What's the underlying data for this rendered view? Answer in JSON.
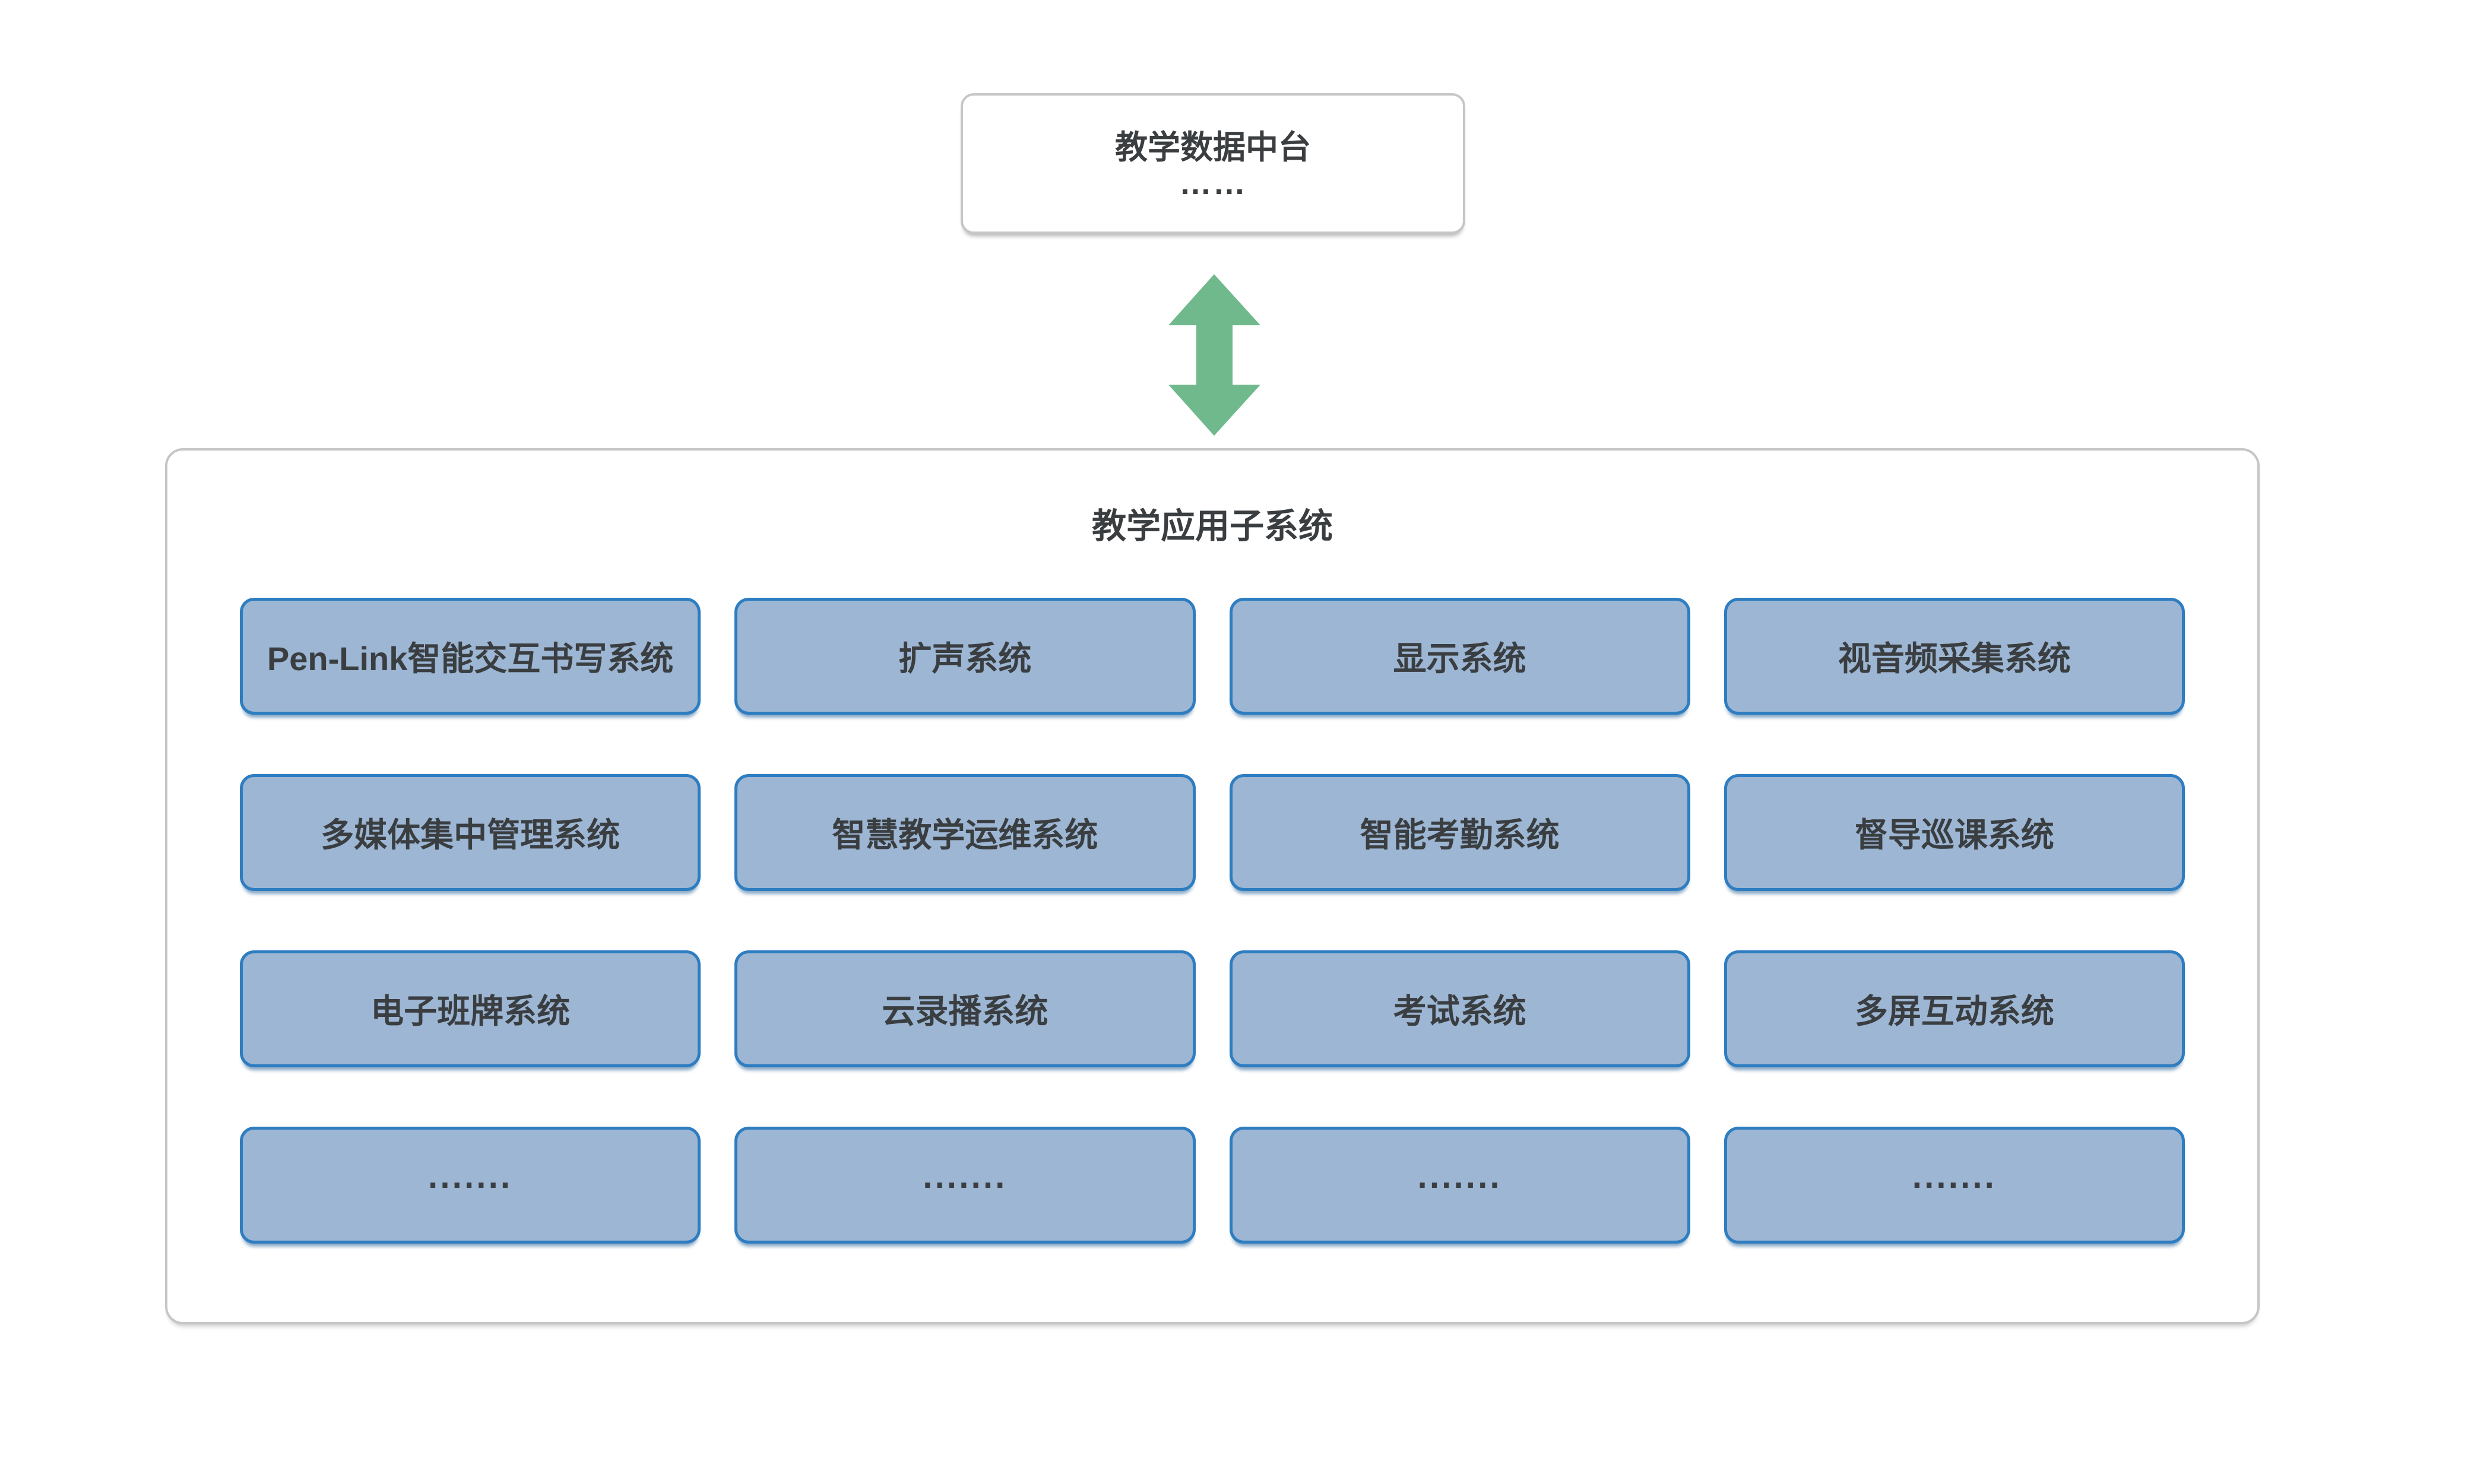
{
  "top_box": {
    "title": "教学数据中台",
    "dots": "……"
  },
  "arrow": {
    "icon": "up-down-arrow-icon",
    "direction": "vertical-bidirectional"
  },
  "panel": {
    "title": "教学应用子系统",
    "rows": [
      [
        "Pen-Link智能交互书写系统",
        "扩声系统",
        "显示系统",
        "视音频采集系统"
      ],
      [
        "多媒体集中管理系统",
        "智慧教学运维系统",
        "智能考勤系统",
        "督导巡课系统"
      ],
      [
        "电子班牌系统",
        "云录播系统",
        "考试系统",
        "多屏互动系统"
      ],
      [
        "·······",
        "·······",
        "·······",
        "·······"
      ]
    ]
  },
  "colors": {
    "page_bg": "#ffffff",
    "panel_border": "#c6c6c6",
    "box_fill": "#9cb6d3",
    "box_border": "#2e7dc1",
    "arrow": "#6fb98c",
    "text": "#3a3e41"
  }
}
